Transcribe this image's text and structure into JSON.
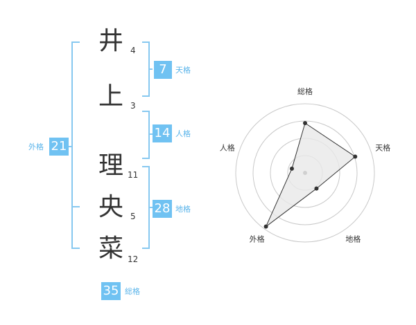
{
  "characters": [
    {
      "char": "井",
      "strokes": "4"
    },
    {
      "char": "上",
      "strokes": "3"
    },
    {
      "char": "理",
      "strokes": "11"
    },
    {
      "char": "央",
      "strokes": "5"
    },
    {
      "char": "菜",
      "strokes": "12"
    }
  ],
  "kakusu": {
    "tenkaku": {
      "value": "7",
      "label": "天格"
    },
    "jinkaku": {
      "value": "14",
      "label": "人格"
    },
    "chikaku": {
      "value": "28",
      "label": "地格"
    },
    "gaikaku": {
      "value": "21",
      "label": "外格"
    },
    "soukaku": {
      "value": "35",
      "label": "総格"
    }
  },
  "colors": {
    "bracket": "#86c8f0",
    "box": "#70c2f2",
    "label": "#5ab4ea",
    "radar_fill": "#e9e9e9",
    "radar_line": "#333333"
  },
  "chart_data": {
    "type": "radar",
    "axes": [
      "総格",
      "天格",
      "地格",
      "外格",
      "人格"
    ],
    "values": [
      0.72,
      0.76,
      0.28,
      0.96,
      0.2
    ],
    "rings": 4,
    "range": [
      0,
      1
    ]
  }
}
